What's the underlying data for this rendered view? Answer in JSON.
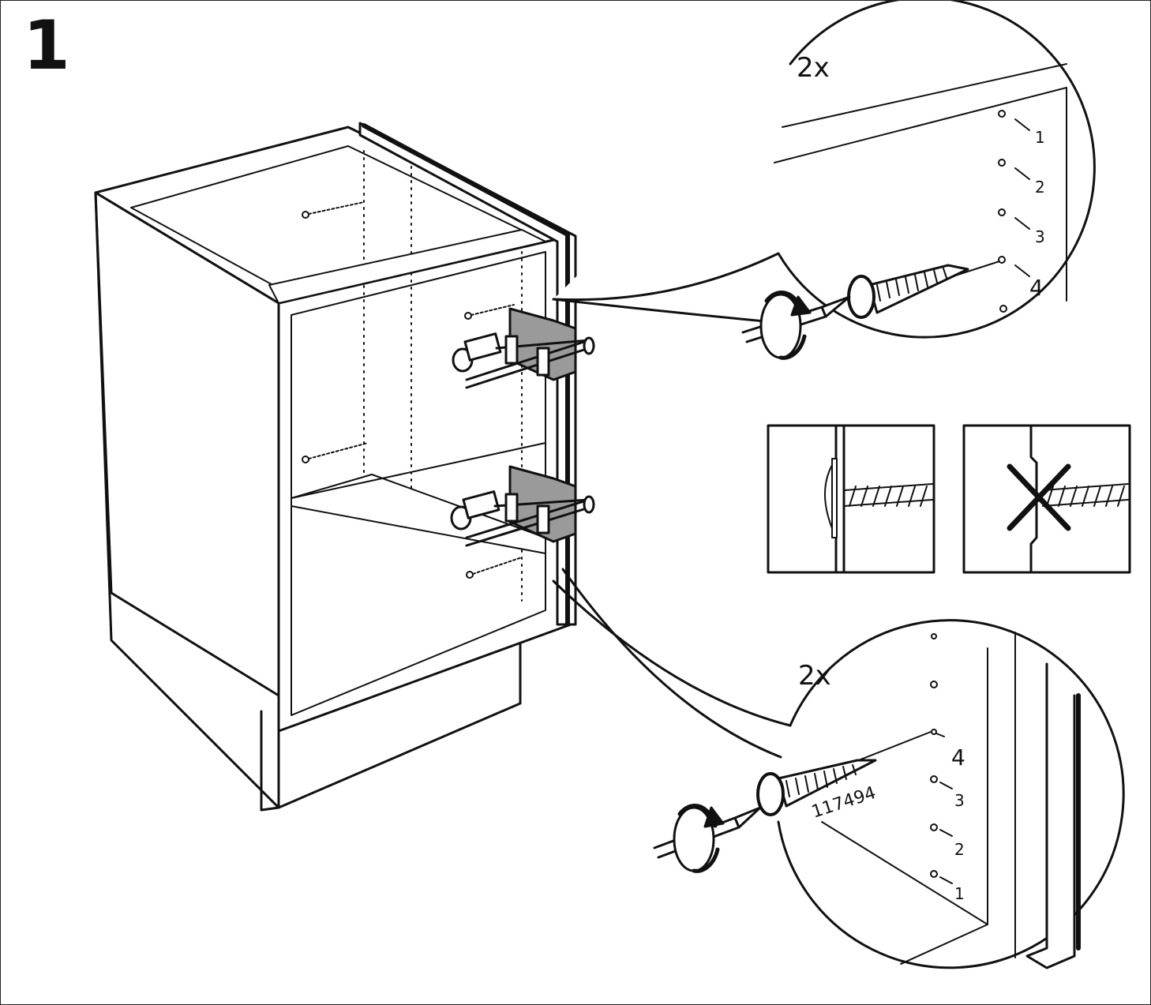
{
  "step": {
    "number": "1"
  },
  "top_detail": {
    "quantity": "2x",
    "hole_labels": [
      "1",
      "2",
      "3",
      "4"
    ]
  },
  "bottom_detail": {
    "quantity": "2x",
    "hole_labels": [
      "4",
      "3",
      "2",
      "1"
    ],
    "part_number": "117494"
  },
  "comparison": {
    "correct_panel": "correct-screw-flush",
    "incorrect_panel": "incorrect-screw-protruding",
    "incorrect_mark": "x-mark"
  },
  "colors": {
    "ink": "#111111",
    "clamp": "#9a9a9a",
    "paper": "#ffffff"
  }
}
